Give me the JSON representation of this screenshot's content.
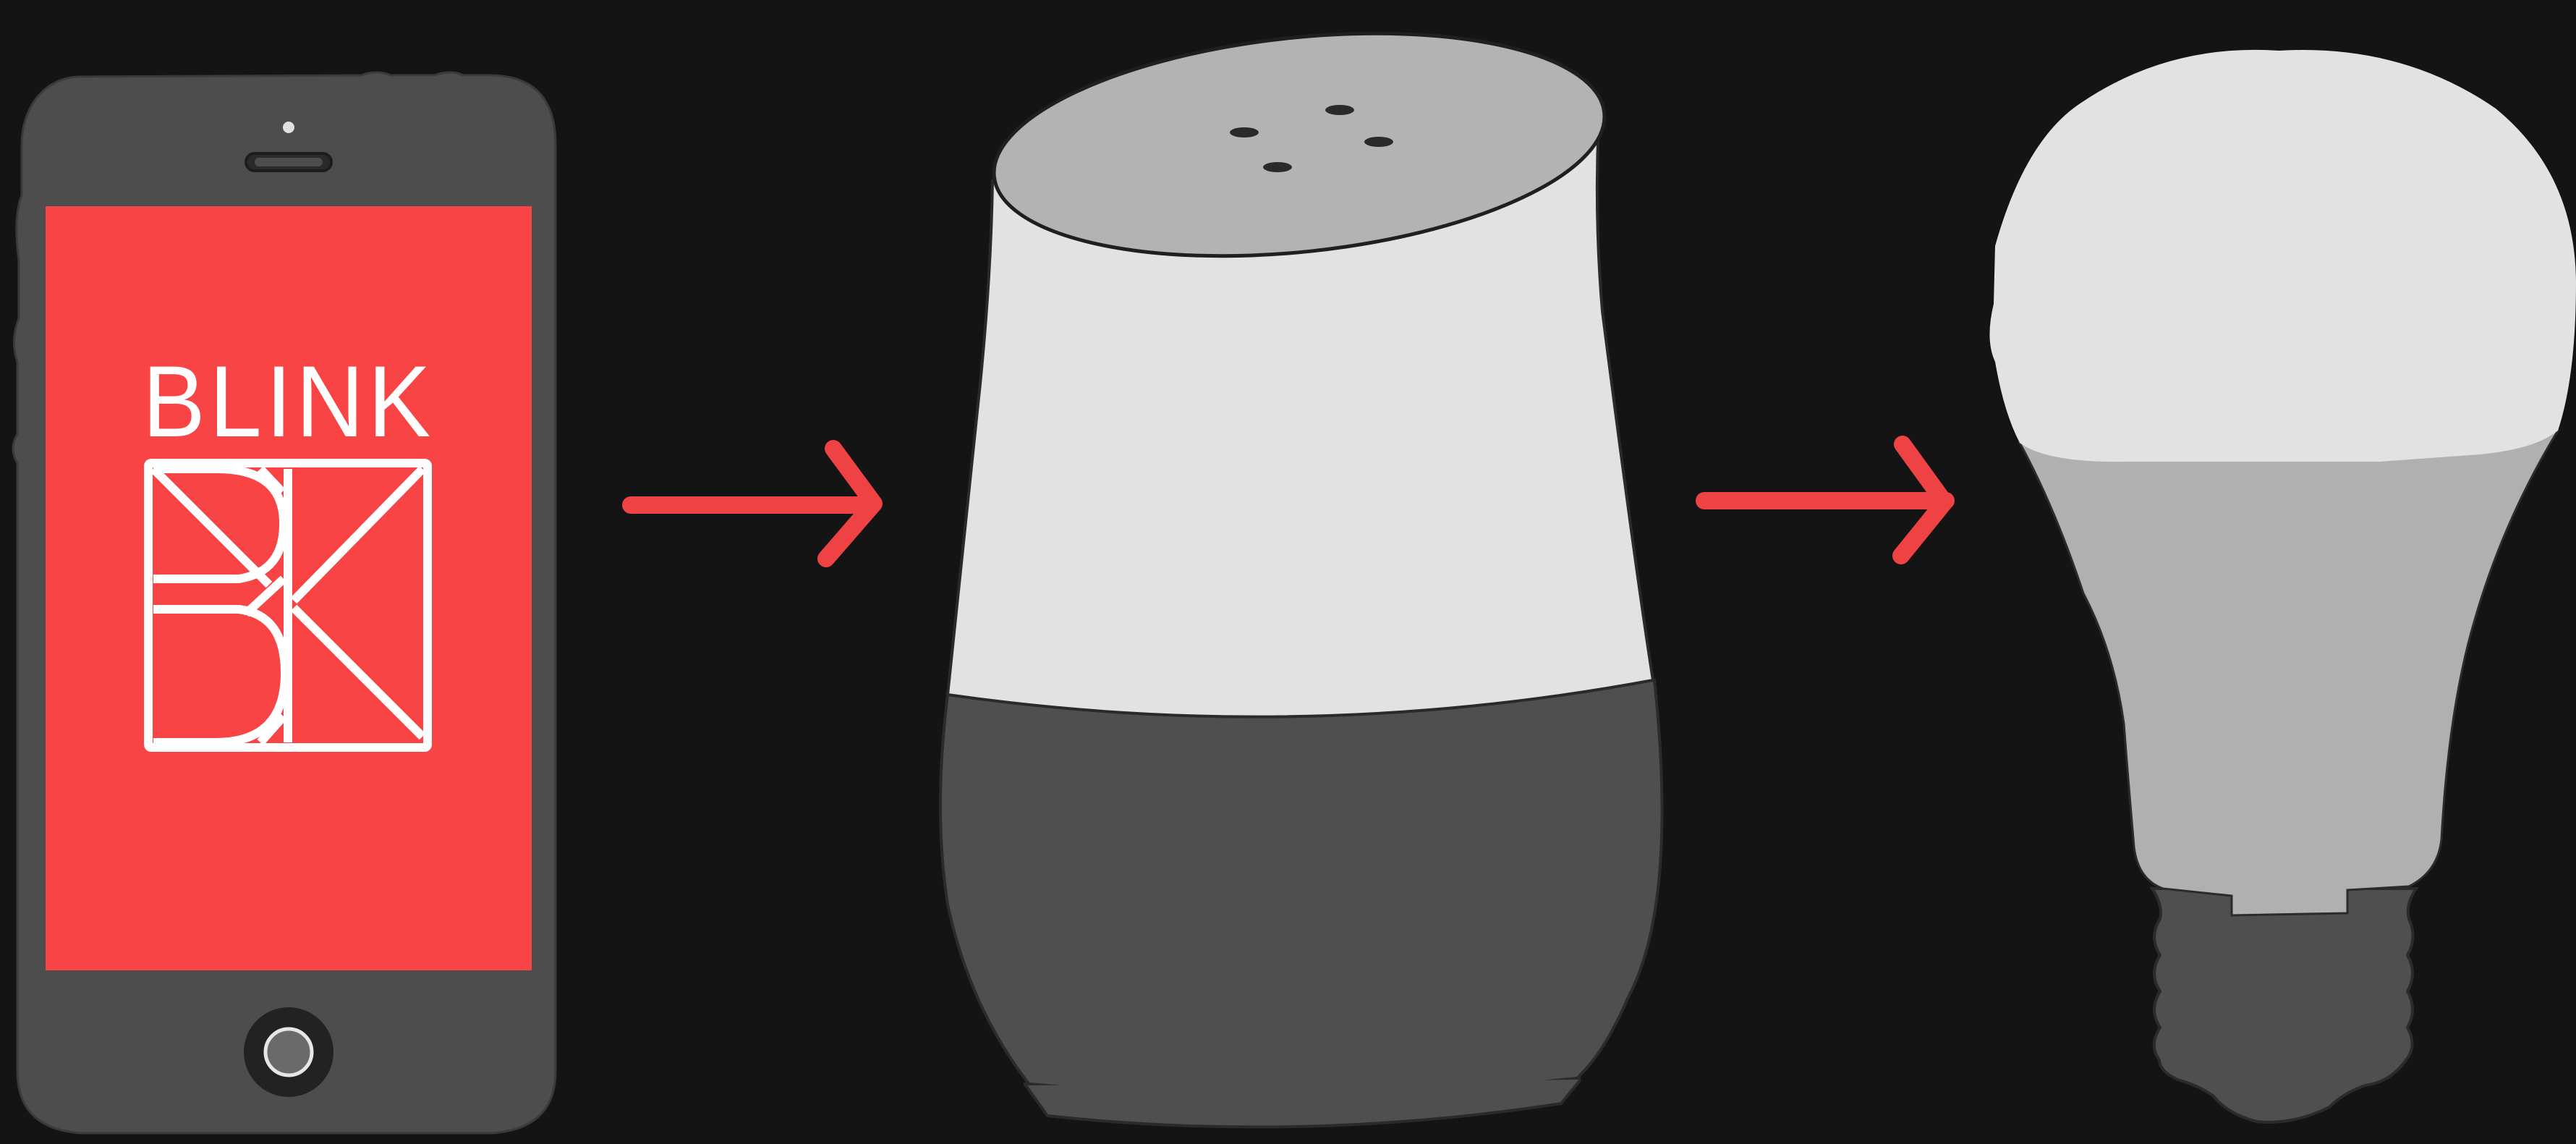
{
  "diagram": {
    "flow": [
      "phone",
      "smart-speaker",
      "light-bulb"
    ],
    "phone": {
      "app_name": "BLINK",
      "screen_color": "#f94446",
      "body_color": "#4d4d4d",
      "logo_color": "#ffffff"
    },
    "smart_speaker": {
      "top_color": "#b3b3b3",
      "upper_body_color": "#e2e2e2",
      "lower_body_color": "#4f4f4f"
    },
    "light_bulb": {
      "globe_color": "#e2e2e2",
      "neck_color": "#b0b0b0",
      "base_color": "#4f4f4f"
    },
    "arrows": {
      "color": "#ee4244",
      "count": 2
    },
    "background_color": "#141414"
  }
}
